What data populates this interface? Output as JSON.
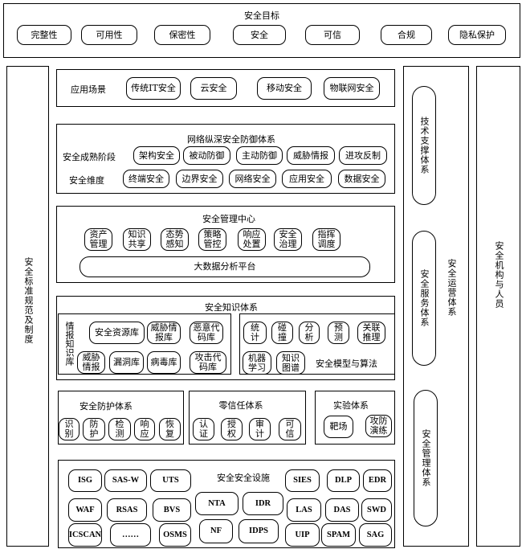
{
  "goals": {
    "title": "安全目标",
    "items": [
      "完整性",
      "可用性",
      "保密性",
      "安全",
      "可信",
      "合规",
      "隐私保护"
    ]
  },
  "left_column": "安全标准规范及制度",
  "right_column": "安全机构与人员",
  "operations": {
    "title": "安全运营体系",
    "items": [
      "技术支撑体系",
      "安全服务体系",
      "安全管理体系"
    ]
  },
  "scenarios": {
    "label": "应用场景",
    "items": [
      "传统IT安全",
      "云安全",
      "移动安全",
      "物联网安全"
    ]
  },
  "defense": {
    "title": "网络纵深安全防御体系",
    "stage_label": "安全成熟阶段",
    "stages": [
      "架构安全",
      "被动防御",
      "主动防御",
      "威胁情报",
      "进攻反制"
    ],
    "dimension_label": "安全维度",
    "dimensions": [
      "终端安全",
      "边界安全",
      "网络安全",
      "应用安全",
      "数据安全"
    ]
  },
  "management_center": {
    "title": "安全管理中心",
    "items": [
      "资产管理",
      "知识共享",
      "态势感知",
      "策略管控",
      "响应处置",
      "安全治理",
      "指挥调度"
    ],
    "platform": "大数据分析平台"
  },
  "knowledge": {
    "title": "安全知识体系",
    "intel_label": "情报知识库",
    "intel_items": [
      "安全资源库",
      "威胁情报库",
      "恶意代码库",
      "威胁情报",
      "漏洞库",
      "病毒库",
      "攻击代码库"
    ],
    "model_label": "安全模型与算法",
    "model_items": [
      "统计",
      "碰撞",
      "分析",
      "预测",
      "关联推理",
      "机器学习",
      "知识图谱"
    ]
  },
  "protection": {
    "title": "安全防护体系",
    "items": [
      "识别",
      "防护",
      "检测",
      "响应",
      "恢复"
    ]
  },
  "zero_trust": {
    "title": "零信任体系",
    "items": [
      "认证",
      "授权",
      "审计",
      "可信"
    ]
  },
  "lab": {
    "title": "实验体系",
    "items": [
      "靶场",
      "攻防演练"
    ]
  },
  "facilities": {
    "title": "安全安全设施",
    "items": [
      "ISG",
      "SAS-W",
      "UTS",
      "SIES",
      "DLP",
      "EDR",
      "NTA",
      "IDR",
      "WAF",
      "RSAS",
      "BVS",
      "LAS",
      "DAS",
      "SWD",
      "ICSCAN",
      "……",
      "OSMS",
      "NF",
      "IDPS",
      "UIP",
      "SPAM",
      "SAG"
    ]
  }
}
